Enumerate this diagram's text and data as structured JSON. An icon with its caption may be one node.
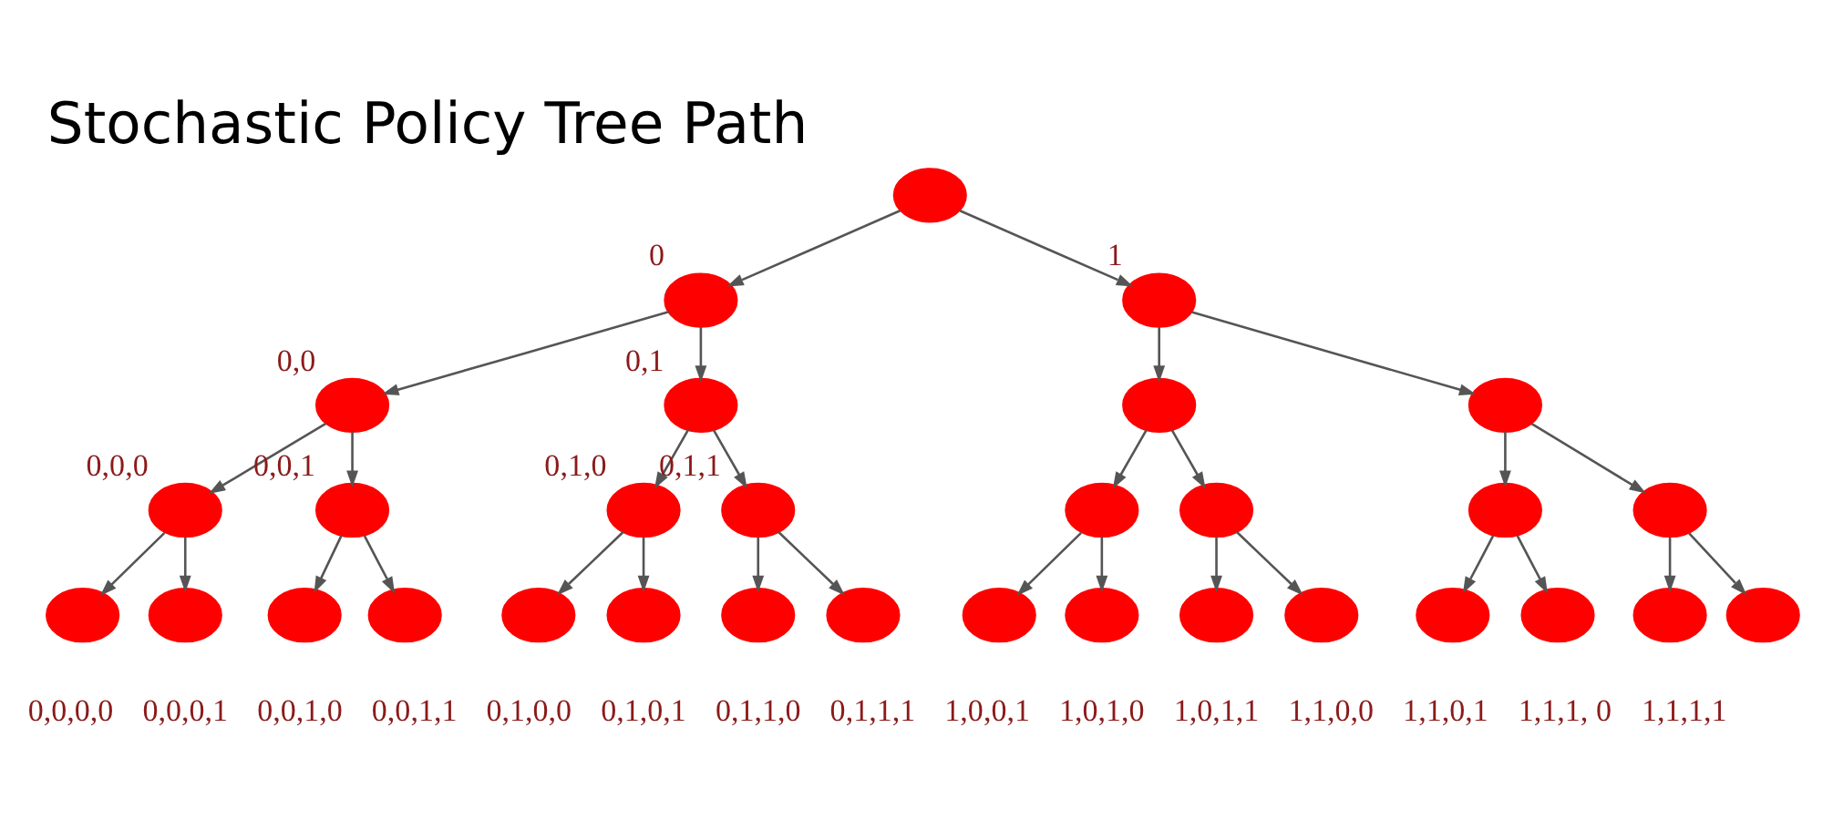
{
  "diagram": {
    "title": "Stochastic Policy Tree Path",
    "nodes": [
      {
        "text": [],
        "shape": "circle"
      },
      {
        "text": [],
        "shape": "circle",
        "beside": [
          "0"
        ]
      },
      {
        "text": [],
        "shape": "circle",
        "beside": [
          "1"
        ]
      },
      {
        "text": [],
        "shape": "circle",
        "beside": [
          "0,0"
        ]
      },
      {
        "text": [],
        "shape": "circle",
        "beside": [
          "0,1"
        ]
      },
      {
        "text": [],
        "shape": "circle"
      },
      {
        "text": [],
        "shape": "circle"
      },
      {
        "text": [],
        "shape": "circle",
        "beside": [
          "0,0,0"
        ]
      },
      {
        "text": [],
        "shape": "circle",
        "beside": [
          "0,0,1"
        ]
      },
      {
        "text": [],
        "shape": "circle",
        "beside": [
          "0,1,0"
        ]
      },
      {
        "text": [],
        "shape": "circle",
        "beside": [
          "0,1,1"
        ]
      },
      {
        "text": [],
        "shape": "circle"
      },
      {
        "text": [],
        "shape": "circle"
      },
      {
        "text": [],
        "shape": "circle"
      },
      {
        "text": [],
        "shape": "circle"
      },
      {
        "text": [],
        "shape": "circle",
        "beside": [
          "0,0,0,0"
        ]
      },
      {
        "text": [],
        "shape": "circle",
        "beside": [
          "0,0,0,1"
        ]
      },
      {
        "text": [],
        "shape": "circle",
        "beside": [
          "0,0,1,0"
        ]
      },
      {
        "text": [],
        "shape": "circle",
        "beside": [
          "0,0,1,1"
        ]
      },
      {
        "text": [],
        "shape": "circle",
        "beside": [
          "0,1,0,0"
        ]
      },
      {
        "text": [],
        "shape": "circle",
        "beside": [
          "0,1,0,1"
        ]
      },
      {
        "text": [],
        "shape": "circle",
        "beside": [
          "0,1,1,0"
        ]
      },
      {
        "text": [],
        "shape": "circle",
        "beside": [
          "0,1,1,1"
        ]
      },
      {
        "text": [],
        "shape": "circle",
        "beside": [
          "1,0,0,1"
        ]
      },
      {
        "text": [],
        "shape": "circle",
        "beside": [
          "1,0,1,0"
        ]
      },
      {
        "text": [],
        "shape": "circle",
        "beside": [
          "1,0,1,1"
        ]
      },
      {
        "text": [],
        "shape": "circle",
        "beside": [
          "1,1,0,0"
        ]
      },
      {
        "text": [],
        "shape": "circle",
        "beside": [
          "1,1,0,1"
        ]
      },
      {
        "text": [],
        "shape": "circle",
        "beside": [
          "1,1,1, 0"
        ]
      },
      {
        "text": [],
        "shape": "circle",
        "beside": [
          "1,1,1,1"
        ]
      },
      {
        "text": [],
        "shape": "circle"
      }
    ],
    "edges": [
      {
        "from": 0,
        "to": 1,
        "arrow": "to"
      },
      {
        "from": 0,
        "to": 2,
        "arrow": "to"
      },
      {
        "from": 1,
        "to": 3,
        "arrow": "to"
      },
      {
        "from": 1,
        "to": 4,
        "arrow": "to"
      },
      {
        "from": 2,
        "to": 5,
        "arrow": "to"
      },
      {
        "from": 2,
        "to": 6,
        "arrow": "to"
      },
      {
        "from": 3,
        "to": 7,
        "arrow": "to"
      },
      {
        "from": 3,
        "to": 8,
        "arrow": "to"
      },
      {
        "from": 4,
        "to": 9,
        "arrow": "to"
      },
      {
        "from": 4,
        "to": 10,
        "arrow": "to"
      },
      {
        "from": 5,
        "to": 11,
        "arrow": "to"
      },
      {
        "from": 5,
        "to": 12,
        "arrow": "to"
      },
      {
        "from": 6,
        "to": 13,
        "arrow": "to"
      },
      {
        "from": 6,
        "to": 14,
        "arrow": "to"
      },
      {
        "from": 7,
        "to": 15,
        "arrow": "to"
      },
      {
        "from": 7,
        "to": 16,
        "arrow": "to"
      },
      {
        "from": 8,
        "to": 17,
        "arrow": "to"
      },
      {
        "from": 8,
        "to": 18,
        "arrow": "to"
      },
      {
        "from": 9,
        "to": 19,
        "arrow": "to"
      },
      {
        "from": 9,
        "to": 20,
        "arrow": "to"
      },
      {
        "from": 10,
        "to": 21,
        "arrow": "to"
      },
      {
        "from": 10,
        "to": 22,
        "arrow": "to"
      },
      {
        "from": 11,
        "to": 23,
        "arrow": "to"
      },
      {
        "from": 11,
        "to": 24,
        "arrow": "to"
      },
      {
        "from": 12,
        "to": 25,
        "arrow": "to"
      },
      {
        "from": 12,
        "to": 26,
        "arrow": "to"
      },
      {
        "from": 13,
        "to": 27,
        "arrow": "to"
      },
      {
        "from": 13,
        "to": 28,
        "arrow": "to"
      },
      {
        "from": 14,
        "to": 29,
        "arrow": "to"
      },
      {
        "from": 14,
        "to": 30,
        "arrow": "to"
      }
    ]
  }
}
